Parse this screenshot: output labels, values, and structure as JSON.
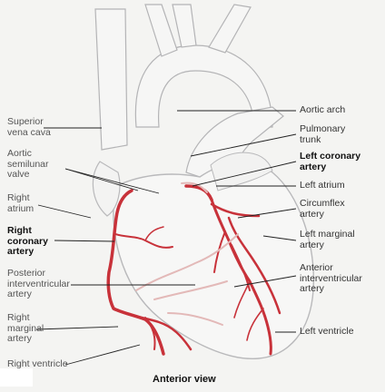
{
  "labels": {
    "superior_vena_cava": "Superior\nvena cava",
    "aortic_semilunar_valve": "Aortic\nsemilunar\nvalve",
    "right_atrium": "Right\natrium",
    "right_coronary_artery": "Right\ncoronary\nartery",
    "posterior_interventricular_artery": "Posterior\ninterventricular\nartery",
    "right_marginal_artery": "Right\nmarginal\nartery",
    "right_ventricle": "Right ventricle",
    "aortic_arch": "Aortic arch",
    "pulmonary_trunk": "Pulmonary\ntrunk",
    "left_coronary_artery": "Left coronary\nartery",
    "left_atrium": "Left atrium",
    "circumflex_artery": "Circumflex\nartery",
    "left_marginal_artery": "Left marginal\nartery",
    "anterior_interventricular_artery": "Anterior\ninterventricular\nartery",
    "left_ventricle": "Left ventricle"
  },
  "caption": "Anterior view",
  "colors": {
    "artery": "#c8323a",
    "heart_fill": "#f7f7f6",
    "outline": "#b9b9bb",
    "leader": "#222222"
  }
}
